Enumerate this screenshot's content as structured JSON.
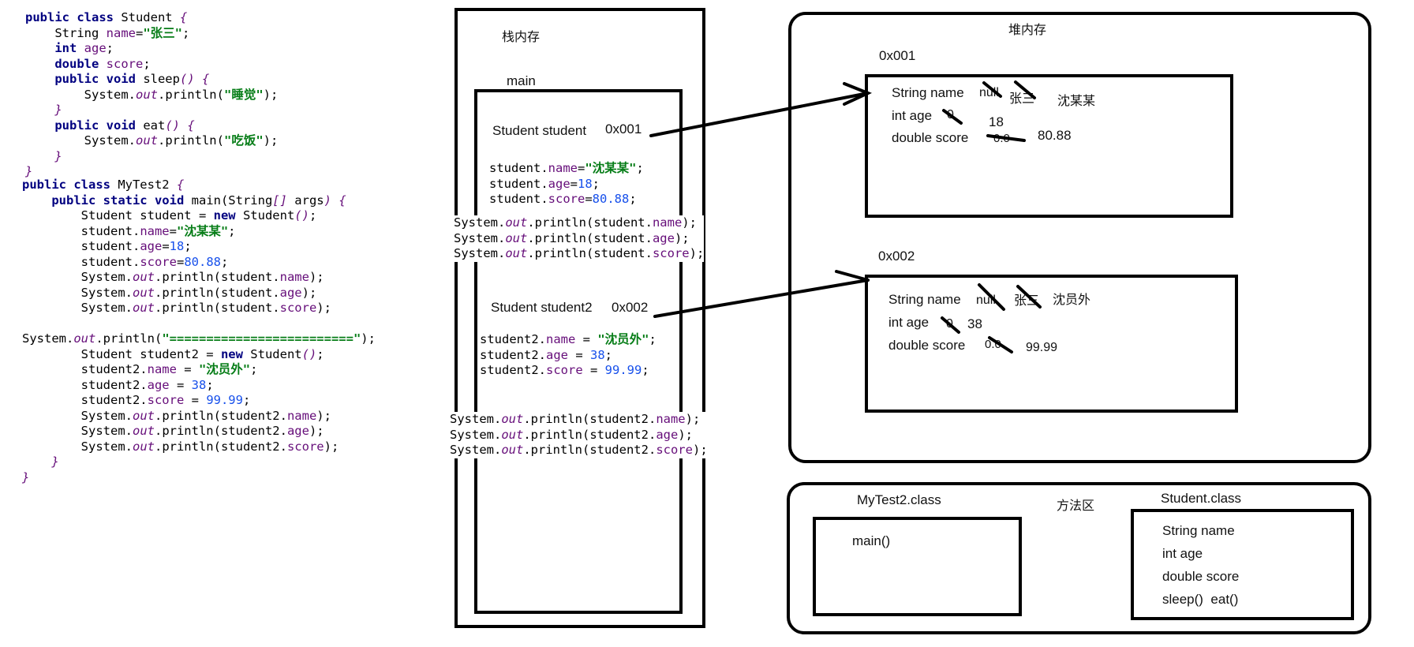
{
  "code": {
    "student_class_header": "public class Student {",
    "field_name": "String name=\"张三\";",
    "field_age": "int age;",
    "field_score": "double score;",
    "method_sleep": "public void sleep() {",
    "sleep_body": "System.out.println(\"睡觉\");",
    "method_eat": "public void eat() {",
    "eat_body": "System.out.println(\"吃饭\");",
    "close_brace": "}",
    "mytest_header": "public class MyTest2 {",
    "main_header": "public static void main(String[] args) {",
    "new_student": "Student student = new Student();",
    "set_name": "student.name=\"沈某某\";",
    "set_age": "student.age=18;",
    "set_score": "student.score=80.88;",
    "print_name": "System.out.println(student.name);",
    "print_age": "System.out.println(student.age);",
    "print_score": "System.out.println(student.score);",
    "print_sep": "System.out.println(\"=========================\");",
    "new_student2": "Student student2 = new Student();",
    "set2_name": "student2.name = \"沈员外\";",
    "set2_age": "student2.age = 38;",
    "set2_score": "student2.score = 99.99;",
    "print2_name": "System.out.println(student2.name);",
    "print2_age": "System.out.println(student2.age);",
    "print2_score": "System.out.println(student2.score);"
  },
  "stack": {
    "title": "栈内存",
    "frame_title": "main",
    "var1": "Student student",
    "var1_addr": "0x001",
    "var2": "Student student2",
    "var2_addr": "0x002"
  },
  "heap": {
    "title": "堆内存",
    "obj1": {
      "addr": "0x001",
      "name_label": "String name",
      "name_values": [
        "null",
        "张三",
        "沈某某"
      ],
      "age_label": "int age",
      "age_values": [
        "0",
        "18"
      ],
      "score_label": "double score",
      "score_values": [
        "0.0",
        "80.88"
      ]
    },
    "obj2": {
      "addr": "0x002",
      "name_label": "String name",
      "name_values": [
        "null",
        "张三",
        "沈员外"
      ],
      "age_label": "int age",
      "age_values": [
        "0",
        "38"
      ],
      "score_label": "double score",
      "score_values": [
        "0.0",
        "99.99"
      ]
    }
  },
  "method_area": {
    "title": "方法区",
    "mytest_class": "MyTest2.class",
    "mytest_method": "main()",
    "student_class": "Student.class",
    "student_members": [
      "String name",
      "int age",
      "double score",
      "sleep()  eat()"
    ]
  }
}
